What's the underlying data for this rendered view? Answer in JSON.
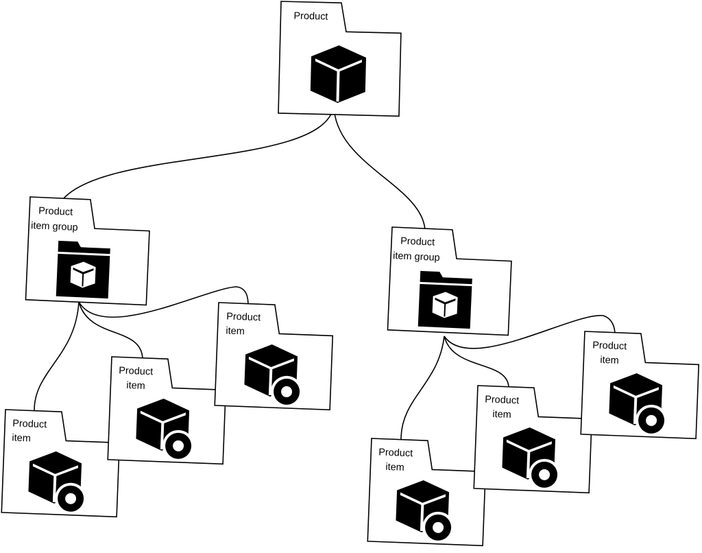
{
  "diagram": {
    "root": {
      "label_lines": [
        "Product"
      ],
      "icon": "product-cube-icon"
    },
    "groups": [
      {
        "label_lines": [
          "Product",
          "item group"
        ],
        "icon": "product-folder-icon",
        "items": [
          {
            "label_lines": [
              "Product",
              "item"
            ],
            "icon": "product-item-icon"
          },
          {
            "label_lines": [
              "Product",
              "item"
            ],
            "icon": "product-item-icon"
          },
          {
            "label_lines": [
              "Product",
              "item"
            ],
            "icon": "product-item-icon"
          }
        ]
      },
      {
        "label_lines": [
          "Product",
          "item group"
        ],
        "icon": "product-folder-icon",
        "items": [
          {
            "label_lines": [
              "Product",
              "item"
            ],
            "icon": "product-item-icon"
          },
          {
            "label_lines": [
              "Product",
              "item"
            ],
            "icon": "product-item-icon"
          },
          {
            "label_lines": [
              "Product",
              "item"
            ],
            "icon": "product-item-icon"
          }
        ]
      }
    ],
    "colors": {
      "stroke": "#000000",
      "fill": "#ffffff"
    }
  }
}
